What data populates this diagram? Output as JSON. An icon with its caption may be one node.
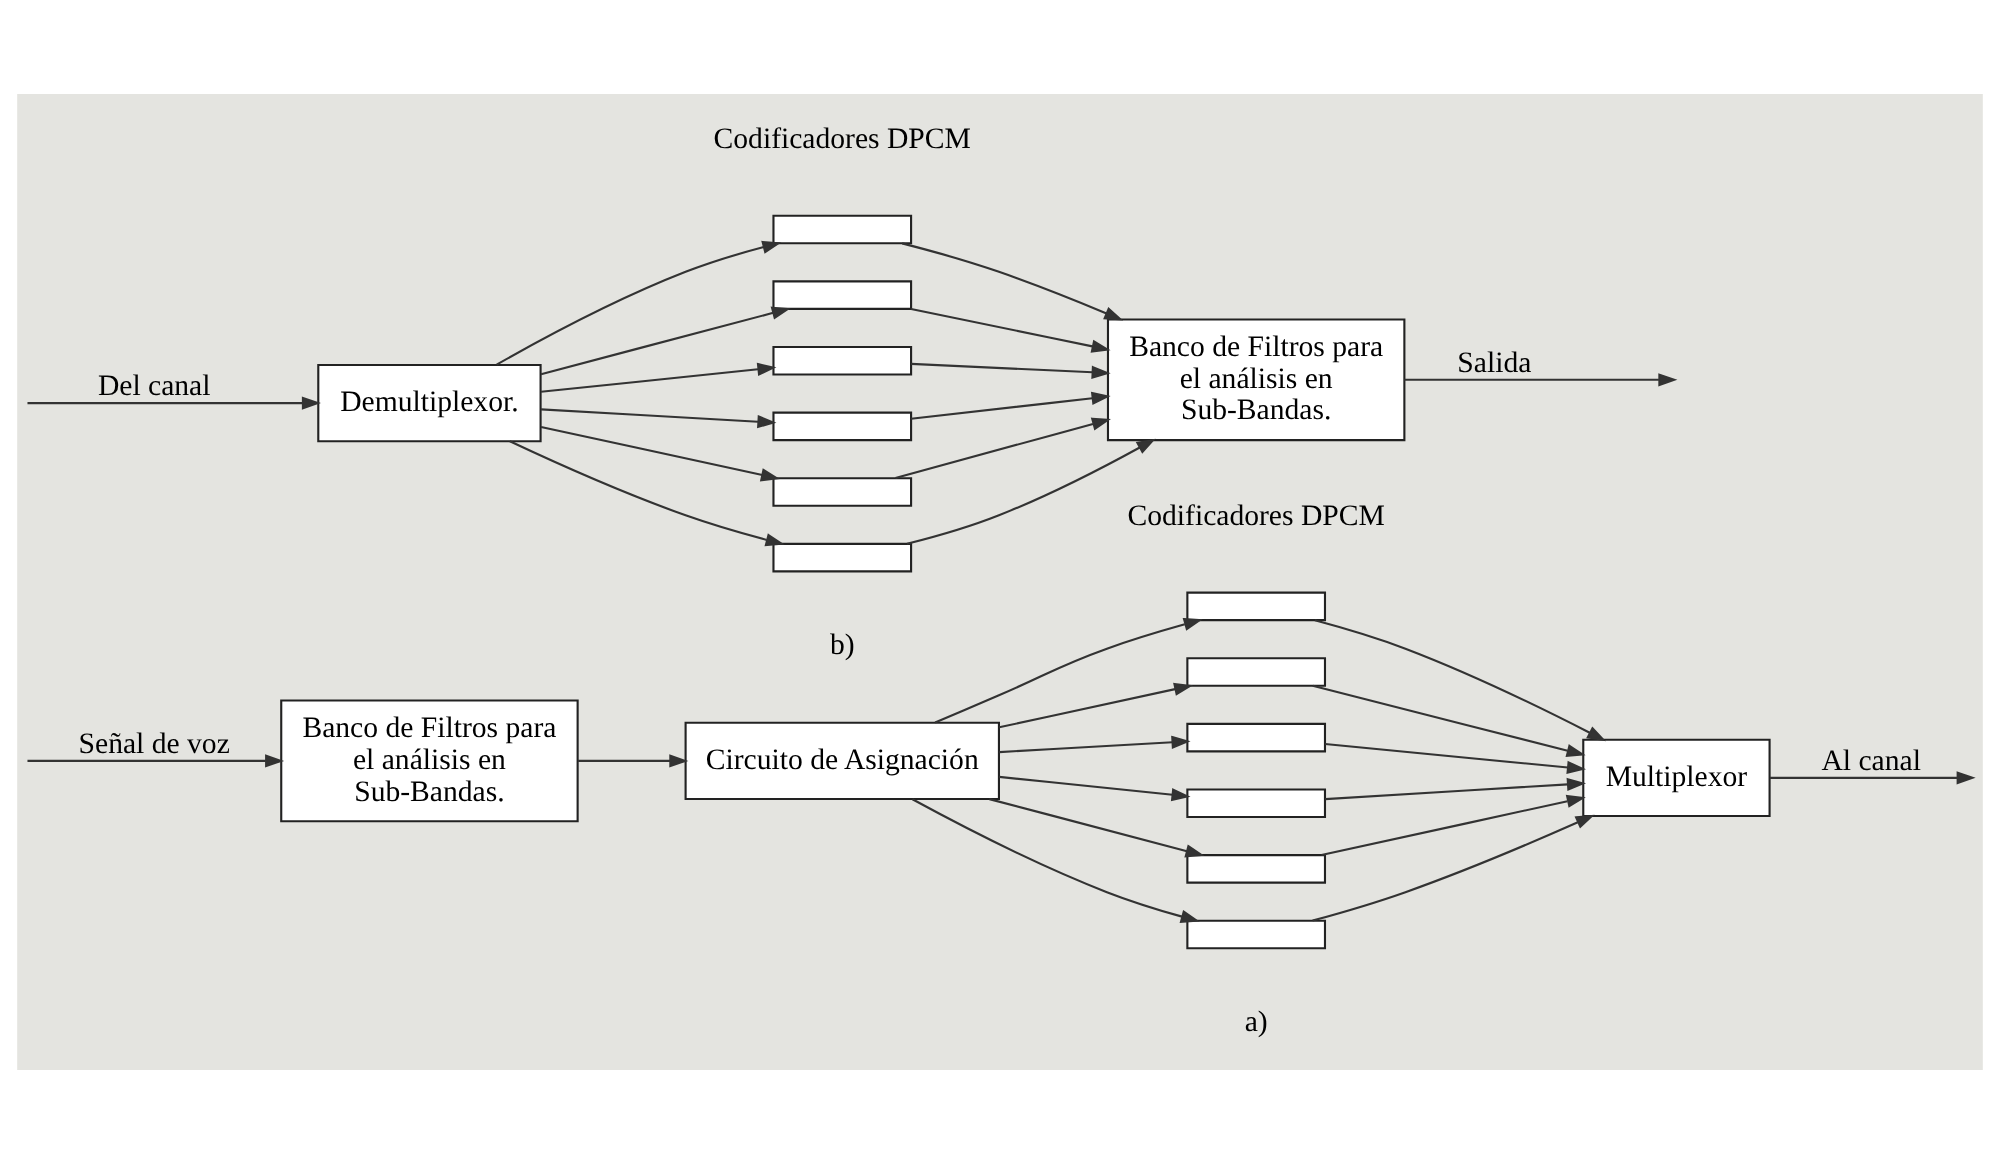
{
  "diagram": {
    "nodes": [
      {
        "text": [
          "Banco de Filtros para el análisis en Sub-Bandas."
        ]
      },
      {
        "text": [
          "Circuito de Asignación"
        ]
      },
      {
        "text": [],
        "shape": "box"
      },
      {
        "text": [],
        "shape": "box"
      },
      {
        "text": [],
        "shape": "box"
      },
      {
        "text": [],
        "shape": "box"
      },
      {
        "text": [],
        "shape": "box"
      },
      {
        "text": [],
        "shape": "box"
      },
      {
        "text": [
          "Multiplexor"
        ]
      },
      {
        "text": [
          "Demultiplexor."
        ]
      },
      {
        "text": [],
        "shape": "box"
      },
      {
        "text": [],
        "shape": "box"
      },
      {
        "text": [],
        "shape": "box"
      },
      {
        "text": [],
        "shape": "box"
      },
      {
        "text": [],
        "shape": "box"
      },
      {
        "text": [],
        "shape": "box"
      },
      {
        "text": [
          "Banco de Filtros para el análisis en Sub-Bandas."
        ]
      }
    ],
    "edges": [
      {
        "from": null,
        "to": 0,
        "arrow": "to",
        "label": "Señal de voz"
      },
      {
        "from": 0,
        "to": 1,
        "arrow": "to"
      },
      {
        "from": 1,
        "to": 2,
        "arrow": "to"
      },
      {
        "from": 1,
        "to": 3,
        "arrow": "to"
      },
      {
        "from": 1,
        "to": 4,
        "arrow": "to"
      },
      {
        "from": 1,
        "to": 5,
        "arrow": "to"
      },
      {
        "from": 1,
        "to": 6,
        "arrow": "to"
      },
      {
        "from": 1,
        "to": 7,
        "arrow": "to"
      },
      {
        "from": 2,
        "to": 8,
        "arrow": "to"
      },
      {
        "from": 3,
        "to": 8,
        "arrow": "to"
      },
      {
        "from": 4,
        "to": 8,
        "arrow": "to"
      },
      {
        "from": 5,
        "to": 8,
        "arrow": "to"
      },
      {
        "from": 6,
        "to": 8,
        "arrow": "to"
      },
      {
        "from": 7,
        "to": 8,
        "arrow": "to"
      },
      {
        "from": 8,
        "to": null,
        "arrow": "to",
        "label": "Al canal"
      },
      {
        "from": null,
        "to": 9,
        "arrow": "to",
        "label": "Del canal"
      },
      {
        "from": 9,
        "to": 10,
        "arrow": "to"
      },
      {
        "from": 9,
        "to": 11,
        "arrow": "to"
      },
      {
        "from": 9,
        "to": 12,
        "arrow": "to"
      },
      {
        "from": 9,
        "to": 13,
        "arrow": "to"
      },
      {
        "from": 9,
        "to": 14,
        "arrow": "to"
      },
      {
        "from": 9,
        "to": 15,
        "arrow": "to"
      },
      {
        "from": 10,
        "to": 16,
        "arrow": "to"
      },
      {
        "from": 11,
        "to": 16,
        "arrow": "to"
      },
      {
        "from": 12,
        "to": 16,
        "arrow": "to"
      },
      {
        "from": 13,
        "to": 16,
        "arrow": "to"
      },
      {
        "from": 14,
        "to": 16,
        "arrow": "to"
      },
      {
        "from": 15,
        "to": 16,
        "arrow": "to"
      },
      {
        "from": 16,
        "to": null,
        "arrow": "to",
        "label": "Salida"
      }
    ],
    "labels": [
      "Codificadores DPCM",
      "a)",
      "Codificadores DPCM",
      "b)"
    ]
  }
}
